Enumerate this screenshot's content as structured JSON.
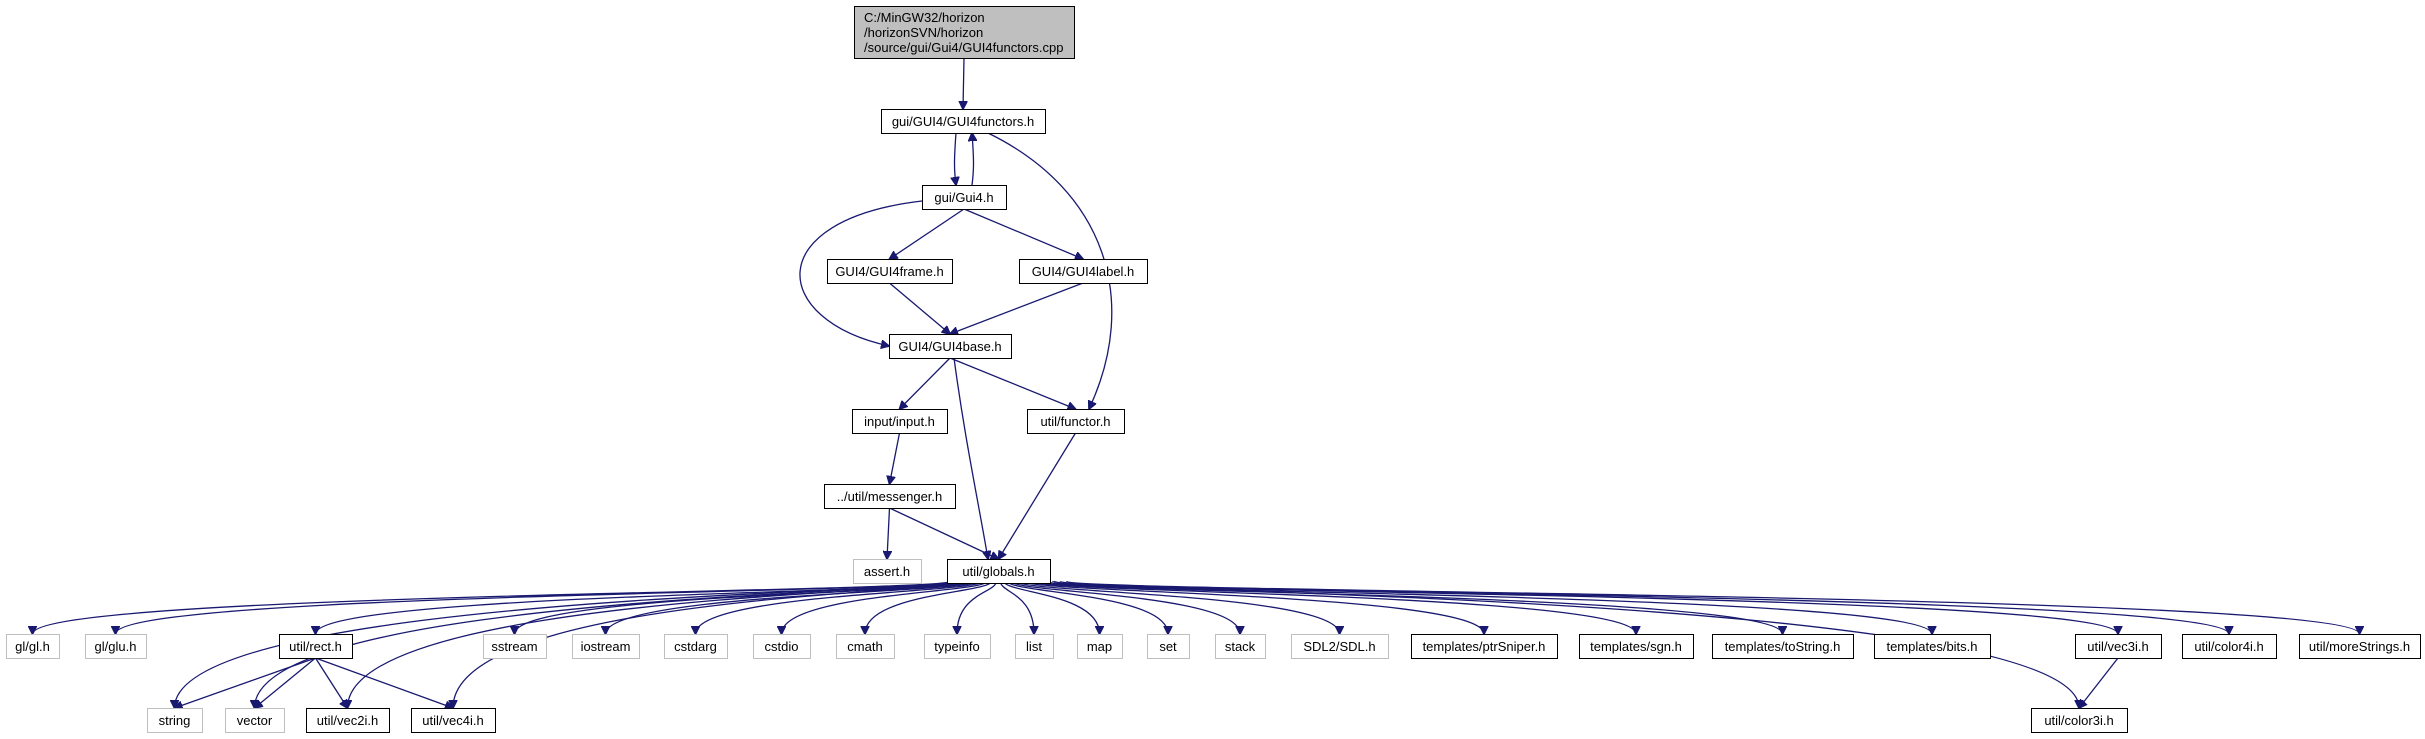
{
  "colors": {
    "edge": "#191970",
    "root_fill": "#bfbfbf",
    "node_border": "#000000",
    "external_border": "#bfbfbf",
    "background": "#ffffff"
  },
  "nodes": {
    "root": {
      "lines": [
        "C:/MinGW32/horizon",
        "/horizonSVN/horizon",
        "/source/gui/Gui4/GUI4functors.cpp"
      ],
      "kind": "root"
    },
    "gui4functors_h": {
      "label": "gui/GUI4/GUI4functors.h",
      "kind": "normal"
    },
    "gui4_h": {
      "label": "gui/Gui4.h",
      "kind": "normal"
    },
    "gui4frame_h": {
      "label": "GUI4/GUI4frame.h",
      "kind": "normal"
    },
    "gui4label_h": {
      "label": "GUI4/GUI4label.h",
      "kind": "normal"
    },
    "gui4base_h": {
      "label": "GUI4/GUI4base.h",
      "kind": "normal"
    },
    "input_h": {
      "label": "input/input.h",
      "kind": "normal"
    },
    "functor_h": {
      "label": "util/functor.h",
      "kind": "normal"
    },
    "messenger_h": {
      "label": "../util/messenger.h",
      "kind": "normal"
    },
    "assert_h": {
      "label": "assert.h",
      "kind": "external"
    },
    "globals_h": {
      "label": "util/globals.h",
      "kind": "normal"
    },
    "gl_h": {
      "label": "gl/gl.h",
      "kind": "external"
    },
    "glu_h": {
      "label": "gl/glu.h",
      "kind": "external"
    },
    "rect_h": {
      "label": "util/rect.h",
      "kind": "normal"
    },
    "sstream": {
      "label": "sstream",
      "kind": "external"
    },
    "iostream": {
      "label": "iostream",
      "kind": "external"
    },
    "cstdarg": {
      "label": "cstdarg",
      "kind": "external"
    },
    "cstdio": {
      "label": "cstdio",
      "kind": "external"
    },
    "cmath": {
      "label": "cmath",
      "kind": "external"
    },
    "typeinfo": {
      "label": "typeinfo",
      "kind": "external"
    },
    "list": {
      "label": "list",
      "kind": "external"
    },
    "map": {
      "label": "map",
      "kind": "external"
    },
    "set": {
      "label": "set",
      "kind": "external"
    },
    "stack": {
      "label": "stack",
      "kind": "external"
    },
    "sdl_h": {
      "label": "SDL2/SDL.h",
      "kind": "external"
    },
    "ptrsniper_h": {
      "label": "templates/ptrSniper.h",
      "kind": "normal"
    },
    "sgn_h": {
      "label": "templates/sgn.h",
      "kind": "normal"
    },
    "tostring_h": {
      "label": "templates/toString.h",
      "kind": "normal"
    },
    "bits_h": {
      "label": "templates/bits.h",
      "kind": "normal"
    },
    "vec3i_h": {
      "label": "util/vec3i.h",
      "kind": "normal"
    },
    "color4i_h": {
      "label": "util/color4i.h",
      "kind": "normal"
    },
    "morestrings_h": {
      "label": "util/moreStrings.h",
      "kind": "normal"
    },
    "string": {
      "label": "string",
      "kind": "external"
    },
    "vector": {
      "label": "vector",
      "kind": "external"
    },
    "vec2i_h": {
      "label": "util/vec2i.h",
      "kind": "normal"
    },
    "vec4i_h": {
      "label": "util/vec4i.h",
      "kind": "normal"
    },
    "color3i_h": {
      "label": "util/color3i.h",
      "kind": "normal"
    }
  },
  "edges": [
    [
      "root",
      "gui4functors_h"
    ],
    [
      "gui4functors_h",
      "gui4_h"
    ],
    [
      "gui4_h",
      "gui4functors_h"
    ],
    [
      "gui4functors_h",
      "functor_h"
    ],
    [
      "gui4_h",
      "gui4frame_h"
    ],
    [
      "gui4_h",
      "gui4label_h"
    ],
    [
      "gui4_h",
      "gui4base_h"
    ],
    [
      "gui4frame_h",
      "gui4base_h"
    ],
    [
      "gui4label_h",
      "gui4base_h"
    ],
    [
      "gui4base_h",
      "input_h"
    ],
    [
      "gui4base_h",
      "functor_h"
    ],
    [
      "gui4base_h",
      "globals_h"
    ],
    [
      "input_h",
      "messenger_h"
    ],
    [
      "functor_h",
      "globals_h"
    ],
    [
      "messenger_h",
      "assert_h"
    ],
    [
      "messenger_h",
      "globals_h"
    ],
    [
      "globals_h",
      "gl_h"
    ],
    [
      "globals_h",
      "glu_h"
    ],
    [
      "globals_h",
      "rect_h"
    ],
    [
      "globals_h",
      "sstream"
    ],
    [
      "globals_h",
      "iostream"
    ],
    [
      "globals_h",
      "cstdarg"
    ],
    [
      "globals_h",
      "cstdio"
    ],
    [
      "globals_h",
      "cmath"
    ],
    [
      "globals_h",
      "typeinfo"
    ],
    [
      "globals_h",
      "list"
    ],
    [
      "globals_h",
      "map"
    ],
    [
      "globals_h",
      "set"
    ],
    [
      "globals_h",
      "stack"
    ],
    [
      "globals_h",
      "sdl_h"
    ],
    [
      "globals_h",
      "ptrsniper_h"
    ],
    [
      "globals_h",
      "sgn_h"
    ],
    [
      "globals_h",
      "tostring_h"
    ],
    [
      "globals_h",
      "bits_h"
    ],
    [
      "globals_h",
      "vec3i_h"
    ],
    [
      "globals_h",
      "color4i_h"
    ],
    [
      "globals_h",
      "morestrings_h"
    ],
    [
      "globals_h",
      "string"
    ],
    [
      "globals_h",
      "vector"
    ],
    [
      "globals_h",
      "vec2i_h"
    ],
    [
      "globals_h",
      "vec4i_h"
    ],
    [
      "globals_h",
      "color3i_h"
    ],
    [
      "rect_h",
      "string"
    ],
    [
      "rect_h",
      "vector"
    ],
    [
      "rect_h",
      "vec2i_h"
    ],
    [
      "rect_h",
      "vec4i_h"
    ],
    [
      "vec3i_h",
      "color3i_h"
    ]
  ]
}
